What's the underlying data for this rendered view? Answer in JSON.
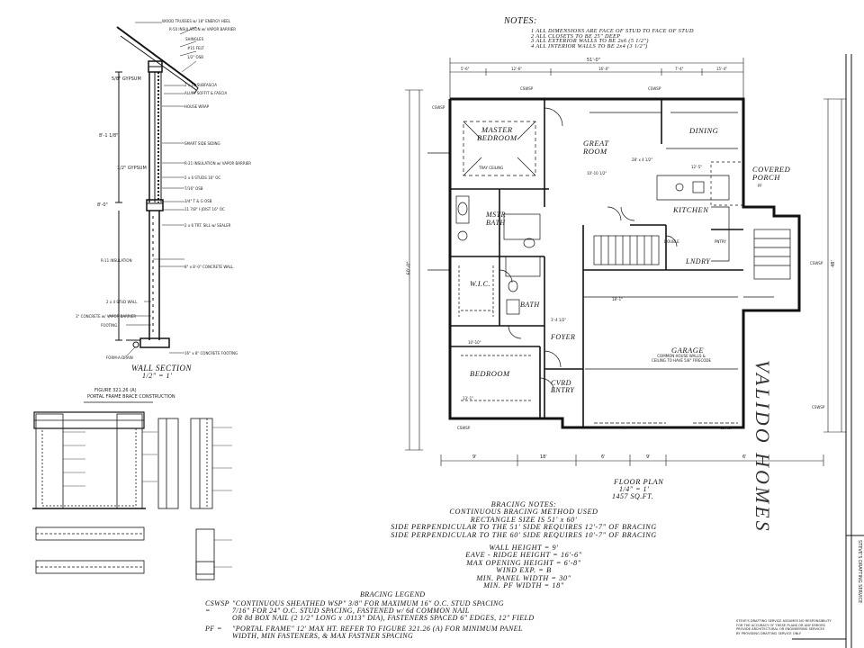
{
  "notes": {
    "title": "NOTES:",
    "items": [
      "1   ALL DIMENSIONS ARE FACE OF STUD TO FACE OF STUD",
      "2   ALL CLOSETS TO BE 25\" DEEP",
      "3   ALL EXTERIOR WALLS TO BE 2x6 (5 1/2\")",
      "4   ALL INTERIOR WALLS TO BE 2x4 (3 1/2\")"
    ]
  },
  "wall_section": {
    "title": "WALL SECTION",
    "scale": "1/2\" = 1'",
    "labels": [
      "WOOD TRUSSES w/ 18\" ENERGY HEEL",
      "R-50 INSULATION w/ VAPOR BARRIER",
      "SHINGLES",
      "#15 FELT",
      "1/2\" OSB",
      "2 x 10 SUBFASCIA",
      "ALUM. SOFFIT & FASCIA",
      "HOUSE WRAP",
      "SMART SIDE SIDING",
      "R-21 INSULATION w/ VAPOR BARRIER",
      "2 x 6 STUDS 16\" OC",
      "7/16\" OSB",
      "3/4\" T & G OSB",
      "11 7/8\" I-JOIST 16\" OC",
      "2 x 6 TRT. SILL w/ SEALER",
      "R-11 INSULATION",
      "8\" x 8'-0\" CONCRETE WALL",
      "2 x 4 STUD WALL",
      "3\" CONCRETE w/ VAPOR BARRIER",
      "FOOTING",
      "FORM-A-DRAIN",
      "16\" x 8\" CONCRETE FOOTING"
    ],
    "heights": [
      "8'-1 1/8\"",
      "1/2\" GYPSUM",
      "8'-0\"",
      "5/8\" GYPSUM"
    ]
  },
  "portal_frame": {
    "title": "FIGURE 321.26 (A)",
    "subtitle": "PORTAL FRAME BRACE CONSTRUCTION"
  },
  "rooms": {
    "master_bedroom": [
      "MASTER",
      "BEDROOM"
    ],
    "great_room": [
      "GREAT",
      "ROOM"
    ],
    "dining": "DINING",
    "covered_porch": [
      "COVERED",
      "PORCH"
    ],
    "kitchen": "KITCHEN",
    "mstr_bath": [
      "MSTR",
      "BATH"
    ],
    "wic": "W.I.C.",
    "bath": "BATH",
    "lndry": "LNDRY",
    "foyer": "FOYER",
    "garage": "GARAGE",
    "garage_note": [
      "COMMON HOUSE WALLS &",
      "CEILING TO HAVE 5/8\" FIRECODE"
    ],
    "bedroom": "BEDROOM",
    "cvrd_entry": [
      "CVRD",
      "ENTRY"
    ],
    "tray_ceiling": "TRAY CEILING",
    "double": "DOUBLE",
    "pantry": "PNTRY"
  },
  "dimensions": {
    "top_overall": "51'-0\"",
    "top_parts": [
      "5'-6\"",
      "12'-6\"",
      "16'-0\"",
      "7'-4\"",
      "15'-4\""
    ],
    "left_overall": "60'-0\"",
    "right_overall": "48'",
    "bottom_parts": [
      "9'",
      "18'",
      "6'",
      "9'",
      "6'"
    ],
    "misc": [
      "28' x 4 1/2\"",
      "12'-5\"",
      "10'-10 1/2\"",
      "18'-1\"",
      "13'-1\"",
      "10'-10\"",
      "3'-4 1/2\""
    ]
  },
  "floor_plan": {
    "title": "FLOOR PLAN",
    "scale": "1/4\" = 1'",
    "area": "1457 SQ.FT."
  },
  "bracing_notes": [
    "BRACING NOTES:",
    "CONTINUOUS BRACING METHOD USED",
    "RECTANGLE SIZE IS 51' x 60'",
    "SIDE PERPENDICULAR TO THE 51' SIDE REQUIRES 12'-7\" OF BRACING",
    "SIDE PERPENDICULAR TO THE 60' SIDE REQUIRES 10'-7\" OF BRACING",
    "WALL HEIGHT = 9'",
    "EAVE - RIDGE HEIGHT = 16'-6\"",
    "MAX OPENING HEIGHT = 6'-8\"",
    "WIND EXP. = B",
    "MIN. PANEL WIDTH = 30\"",
    "MIN. PF WIDTH = 18\""
  ],
  "bracing_legend": {
    "title": "BRACING LEGEND",
    "rows": [
      {
        "key": "CSWSP =",
        "lines": [
          "\"CONTINUOUS SHEATHED WSP\" 3/8\" FOR MAXIMUM 16\" O.C. STUD SPACING",
          "7/16\" FOR 24\" O.C. STUD SPACING, FASTENED w/ 6d COMMON NAIL",
          "OR 8d BOX NAIL (2 1/2\" LONG x .0113\" DIA), FASTENERS SPACED 6\" EDGES, 12\" FIELD"
        ]
      },
      {
        "key": "PF =",
        "lines": [
          "\"PORTAL FRAME\" 12' MAX HT.    REFER TO FIGURE 321.26 (A) FOR MINIMUM PANEL",
          "WIDTH, MIN FASTENERS, & MAX FASTNER SPACING"
        ]
      }
    ]
  },
  "title_block": {
    "company": "VALIDO HOMES",
    "side_note": "STEVE'S DRAFTING SERVICE",
    "disclaimer": [
      "STEVE'S DRAFTING SERVICE ASSUMES NO RESPONSIBILITY",
      "FOR THE ACCURACY OF THESE PLANS OR ANY ERRORS",
      "PROVIDE ARCHITECTURAL OR ENGINEERING SERVICES",
      "BY PROVIDING DRAFTING SERVICE ONLY"
    ]
  },
  "tags": {
    "cswsp": "CSWSP",
    "pf": "PF"
  }
}
